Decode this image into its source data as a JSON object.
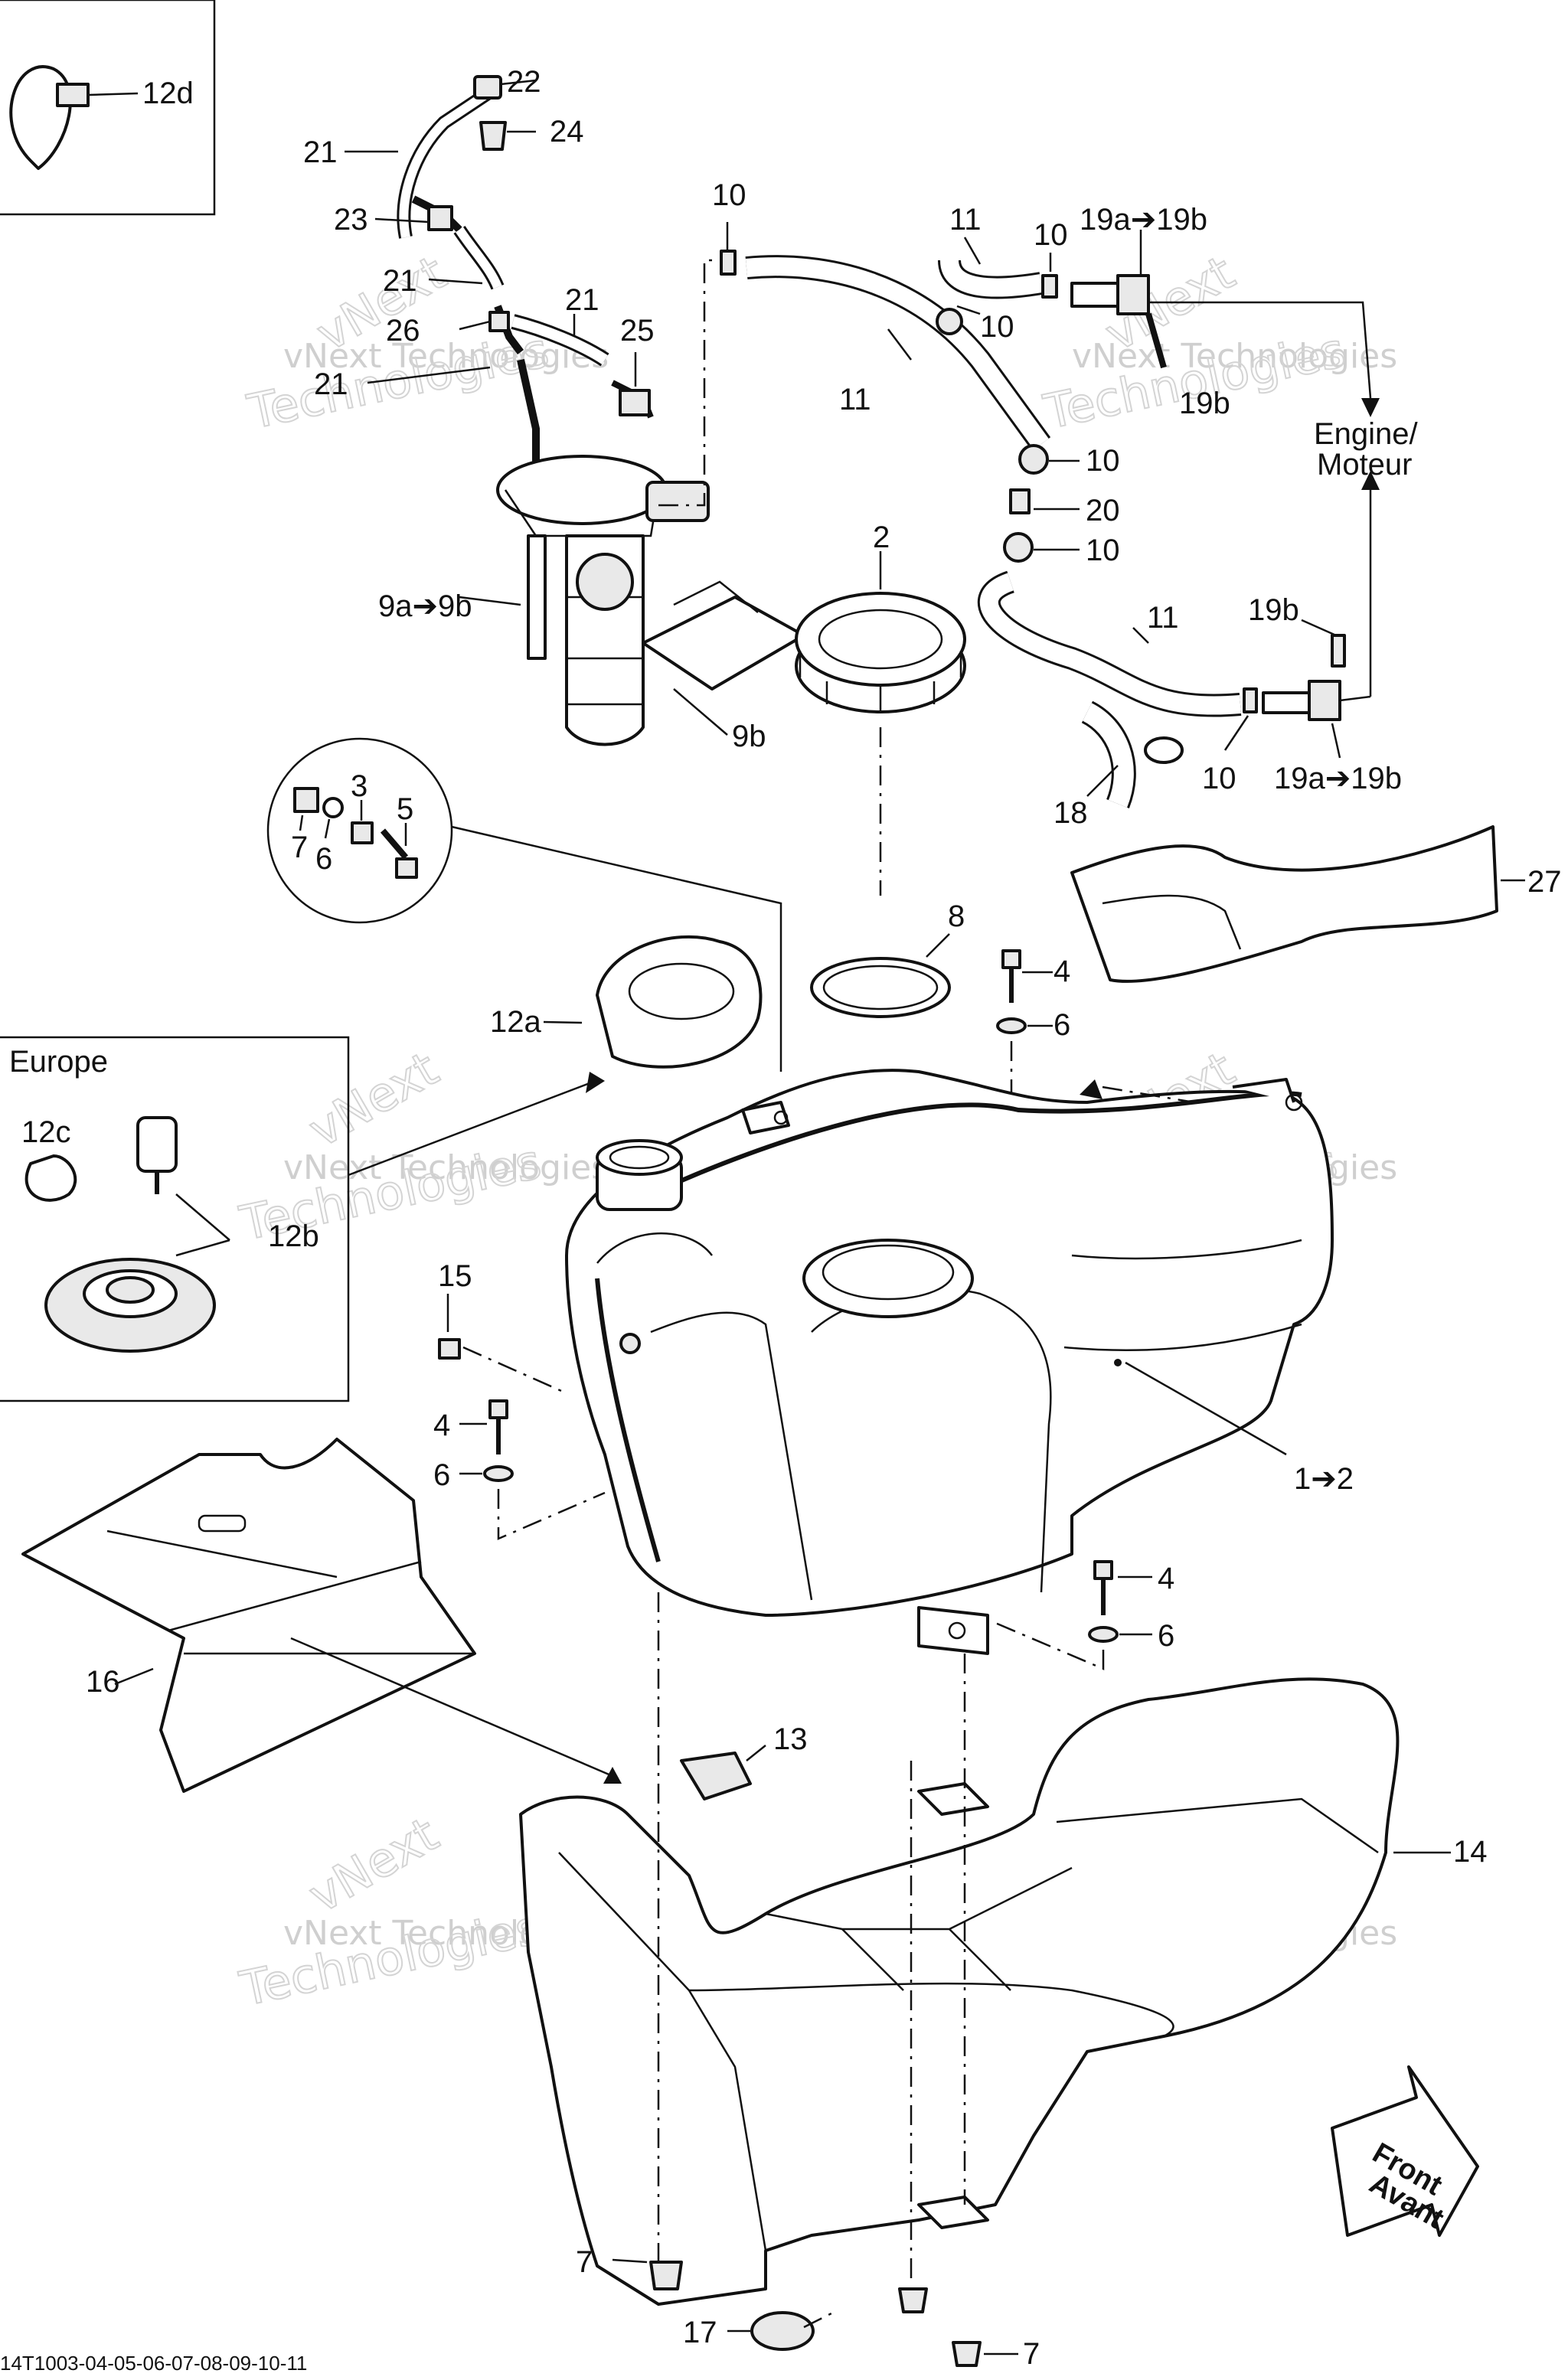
{
  "diagram": {
    "footer_code": "14T1003-04-05-06-07-08-09-10-11",
    "watermark_line1": "vNext Technologies",
    "watermark_line2": "Technologies",
    "watermark_line3": "vNext",
    "region_label": "Europe",
    "engine_label_line1": "Engine/",
    "engine_label_line2": "Moteur",
    "front_label_line1": "Front",
    "front_label_line2": "Avant",
    "callouts": [
      {
        "id": "c-12d",
        "text": "12d"
      },
      {
        "id": "c-22",
        "text": "22"
      },
      {
        "id": "c-24",
        "text": "24"
      },
      {
        "id": "c-21a",
        "text": "21"
      },
      {
        "id": "c-23",
        "text": "23"
      },
      {
        "id": "c-21b",
        "text": "21"
      },
      {
        "id": "c-21c",
        "text": "21"
      },
      {
        "id": "c-26",
        "text": "26"
      },
      {
        "id": "c-21d",
        "text": "21"
      },
      {
        "id": "c-25",
        "text": "25"
      },
      {
        "id": "c-10a",
        "text": "10"
      },
      {
        "id": "c-11a",
        "text": "11"
      },
      {
        "id": "c-10b",
        "text": "10"
      },
      {
        "id": "c-19ab-top",
        "text": "19a➔19b"
      },
      {
        "id": "c-10c",
        "text": "10"
      },
      {
        "id": "c-11b",
        "text": "11"
      },
      {
        "id": "c-19b-top",
        "text": "19b"
      },
      {
        "id": "c-10d",
        "text": "10"
      },
      {
        "id": "c-20",
        "text": "20"
      },
      {
        "id": "c-10e",
        "text": "10"
      },
      {
        "id": "c-2",
        "text": "2"
      },
      {
        "id": "c-9ab",
        "text": "9a➔9b"
      },
      {
        "id": "c-11c",
        "text": "11"
      },
      {
        "id": "c-19b-mid",
        "text": "19b"
      },
      {
        "id": "c-9b",
        "text": "9b"
      },
      {
        "id": "c-10f",
        "text": "10"
      },
      {
        "id": "c-19ab-bot",
        "text": "19a➔19b"
      },
      {
        "id": "c-18",
        "text": "18"
      },
      {
        "id": "c-3",
        "text": "3"
      },
      {
        "id": "c-5",
        "text": "5"
      },
      {
        "id": "c-7a",
        "text": "7"
      },
      {
        "id": "c-6a",
        "text": "6"
      },
      {
        "id": "c-27",
        "text": "27"
      },
      {
        "id": "c-8",
        "text": "8"
      },
      {
        "id": "c-4a",
        "text": "4"
      },
      {
        "id": "c-6b",
        "text": "6"
      },
      {
        "id": "c-12a",
        "text": "12a"
      },
      {
        "id": "c-12c",
        "text": "12c"
      },
      {
        "id": "c-12b",
        "text": "12b"
      },
      {
        "id": "c-15",
        "text": "15"
      },
      {
        "id": "c-4b",
        "text": "4"
      },
      {
        "id": "c-6c",
        "text": "6"
      },
      {
        "id": "c-1to2",
        "text": "1➔2"
      },
      {
        "id": "c-4c",
        "text": "4"
      },
      {
        "id": "c-6d",
        "text": "6"
      },
      {
        "id": "c-16",
        "text": "16"
      },
      {
        "id": "c-13",
        "text": "13"
      },
      {
        "id": "c-14",
        "text": "14"
      },
      {
        "id": "c-7b",
        "text": "7"
      },
      {
        "id": "c-17",
        "text": "17"
      },
      {
        "id": "c-7c",
        "text": "7"
      }
    ]
  }
}
